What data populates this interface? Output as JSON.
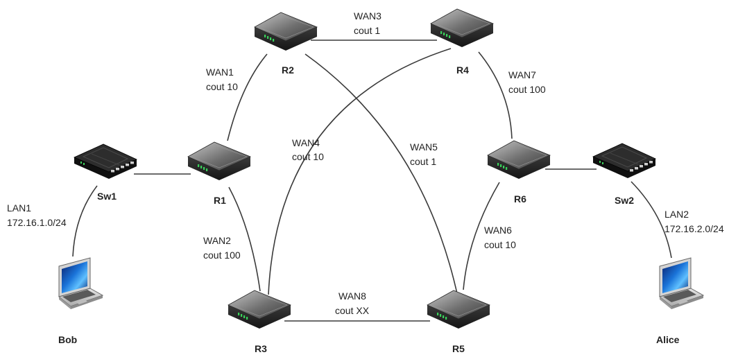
{
  "nodes": {
    "r1": {
      "name": "R1"
    },
    "r2": {
      "name": "R2"
    },
    "r3": {
      "name": "R3"
    },
    "r4": {
      "name": "R4"
    },
    "r5": {
      "name": "R5"
    },
    "r6": {
      "name": "R6"
    },
    "sw1": {
      "name": "Sw1"
    },
    "sw2": {
      "name": "Sw2"
    },
    "bob": {
      "name": "Bob"
    },
    "alice": {
      "name": "Alice"
    }
  },
  "links": {
    "wan1": {
      "name": "WAN1",
      "cost": "cout 10"
    },
    "wan2": {
      "name": "WAN2",
      "cost": "cout 100"
    },
    "wan3": {
      "name": "WAN3",
      "cost": "cout 1"
    },
    "wan4": {
      "name": "WAN4",
      "cost": "cout 10"
    },
    "wan5": {
      "name": "WAN5",
      "cost": "cout 1"
    },
    "wan6": {
      "name": "WAN6",
      "cost": "cout 10"
    },
    "wan7": {
      "name": "WAN7",
      "cost": "cout 100"
    },
    "wan8": {
      "name": "WAN8",
      "cost": "cout XX"
    },
    "lan1": {
      "name": "LAN1",
      "subnet": "172.16.1.0/24"
    },
    "lan2": {
      "name": "LAN2",
      "subnet": "172.16.2.0/24"
    }
  }
}
